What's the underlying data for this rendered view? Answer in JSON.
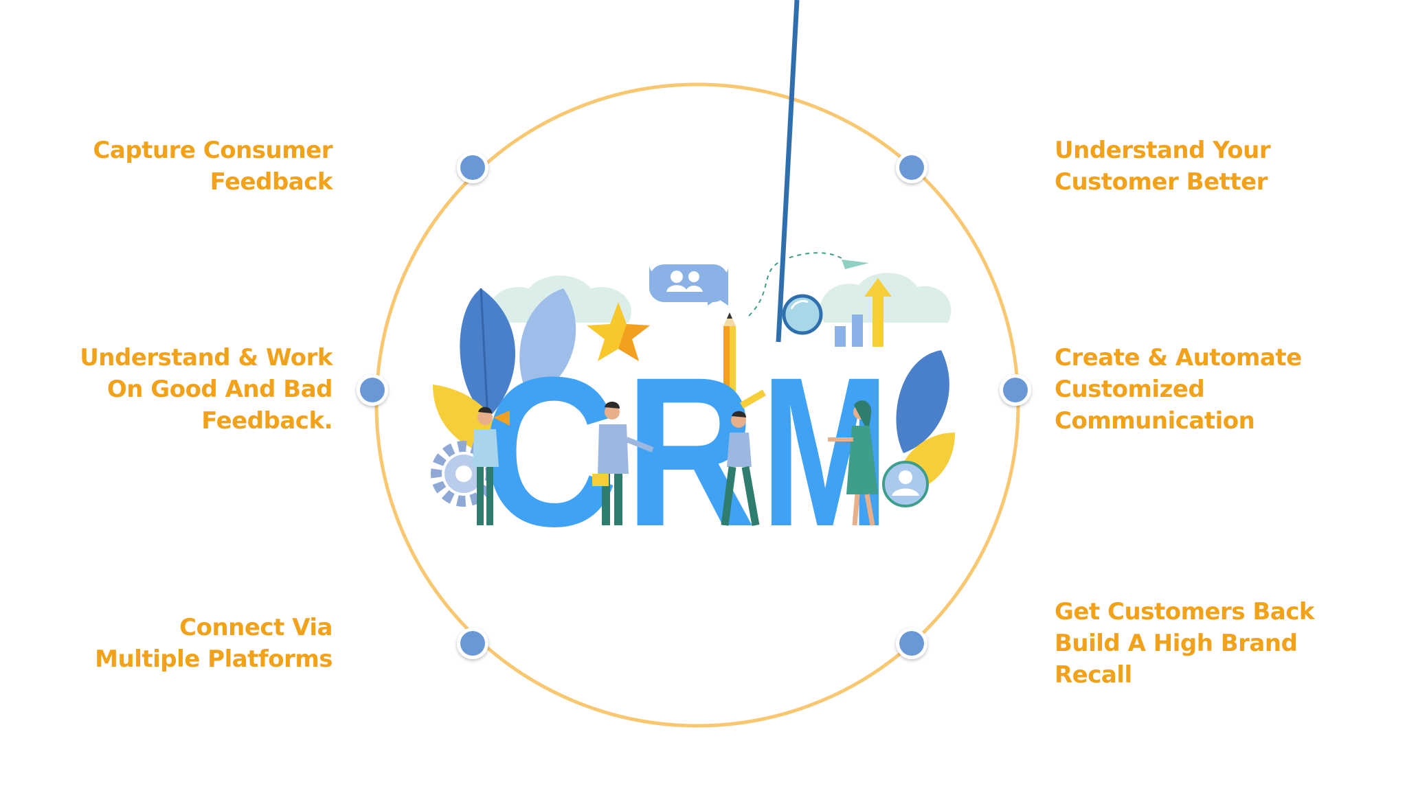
{
  "colors": {
    "accent_orange": "#F2A11B",
    "ring": "#F8C770",
    "node_fill": "#6A97D6",
    "crm_blue": "#3FA2F4",
    "leaf_dark": "#4A7FC9",
    "leaf_light": "#9EBDE8",
    "leaf_yellow": "#F5CE3A",
    "cloud": "#DCEEEA",
    "star_yellow": "#F7C72C",
    "star_orange": "#F39F1F"
  },
  "center": {
    "crm_letters": [
      "C",
      "R",
      "M"
    ]
  },
  "labels": {
    "top_left": [
      "Capture Consumer",
      "Feedback"
    ],
    "middle_left": [
      "Understand & Work",
      "On Good And Bad",
      "Feedback."
    ],
    "bottom_left": [
      "Connect Via",
      "Multiple Platforms"
    ],
    "top_right": [
      "Understand Your",
      "Customer Better"
    ],
    "middle_right": [
      "Create & Automate",
      "Customized",
      "Communication"
    ],
    "bottom_right": [
      "Get Customers Back",
      "Build A High Brand",
      "Recall"
    ]
  },
  "icons": {
    "chat_bubble": "users-chat-icon",
    "magnifier": "search-icon",
    "pencil": "pencil-icon",
    "star": "star-icon",
    "gear": "gear-icon",
    "profile": "user-profile-icon",
    "paper_plane": "paper-plane-icon",
    "growth_arrow": "growth-arrow-icon"
  }
}
